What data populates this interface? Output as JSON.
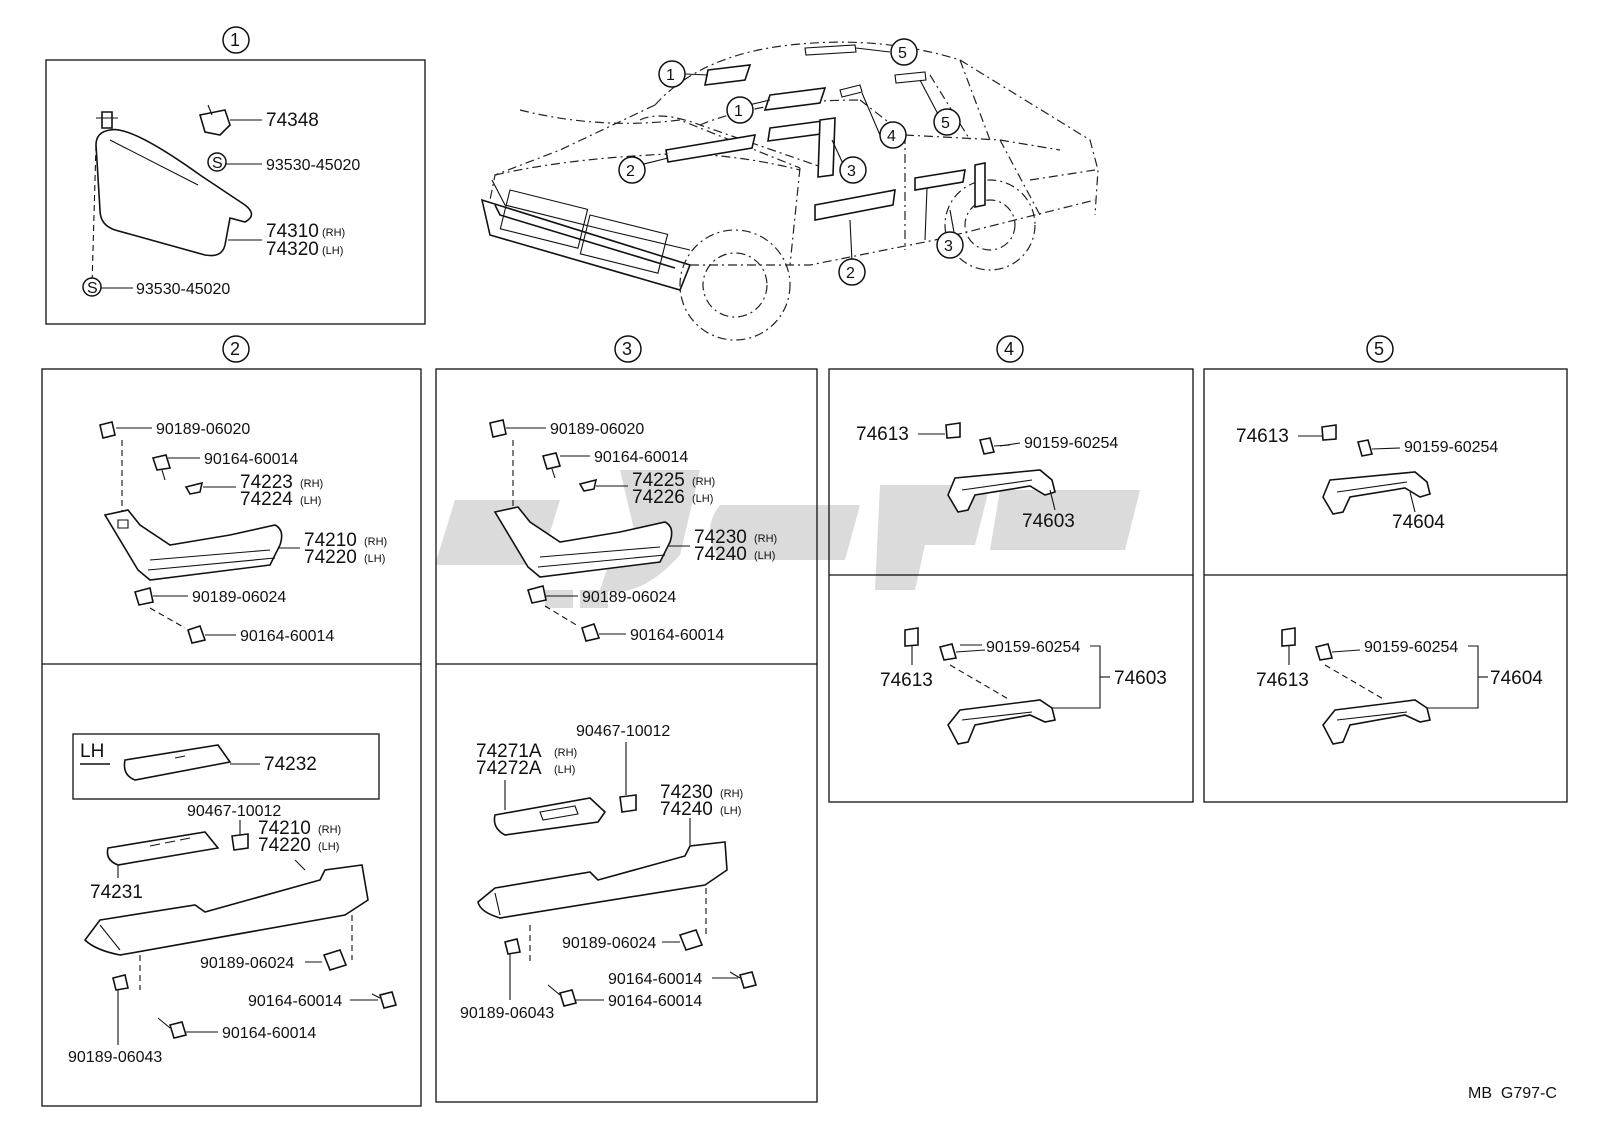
{
  "section_numbers": {
    "s1": "1",
    "s2": "2",
    "s3": "3",
    "s4": "4",
    "s5": "5"
  },
  "s_mark": "S",
  "car_callouts": [
    "1",
    "1",
    "2",
    "2",
    "3",
    "3",
    "3",
    "4",
    "5",
    "5"
  ],
  "box1": {
    "p1": "74348",
    "p2": "93530-45020",
    "p3": "74310",
    "p3s": "(RH)",
    "p4": "74320",
    "p4s": "(LH)",
    "p5": "93530-45020"
  },
  "box2_top": {
    "a": "90189-06020",
    "b": "90164-60014",
    "c": "74223",
    "cs": "(RH)",
    "d": "74224",
    "ds": "(LH)",
    "e": "74210",
    "es": "(RH)",
    "f": "74220",
    "fs": "(LH)",
    "g": "90189-06024",
    "h": "90164-60014"
  },
  "box2_bot": {
    "lh": "LH",
    "a": "74232",
    "b": "90467-10012",
    "c": "74210",
    "cs": "(RH)",
    "d": "74220",
    "ds": "(LH)",
    "e": "74231",
    "f": "90189-06024",
    "g": "90164-60014",
    "h": "90164-60014",
    "i": "90189-06043"
  },
  "box3_top": {
    "a": "90189-06020",
    "b": "90164-60014",
    "c": "74225",
    "cs": "(RH)",
    "d": "74226",
    "ds": "(LH)",
    "e": "74230",
    "es": "(RH)",
    "f": "74240",
    "fs": "(LH)",
    "g": "90189-06024",
    "h": "90164-60014"
  },
  "box3_bot": {
    "a": "90467-10012",
    "b": "74271A",
    "bs": "(RH)",
    "c": "74272A",
    "cs": "(LH)",
    "d": "74230",
    "ds": "(RH)",
    "e": "74240",
    "es": "(LH)",
    "f": "90189-06024",
    "g": "90164-60014",
    "h": "90164-60014",
    "i": "90189-06043"
  },
  "box4_top": {
    "a": "74613",
    "b": "90159-60254",
    "c": "74603"
  },
  "box4_bot": {
    "a": "90159-60254",
    "b": "74603",
    "c": "74613"
  },
  "box5_top": {
    "a": "74613",
    "b": "90159-60254",
    "c": "74604"
  },
  "box5_bot": {
    "a": "90159-60254",
    "b": "74604",
    "c": "74613"
  },
  "footer_code": "MB  G797-C",
  "colors": {
    "ink": "#111111",
    "watermark": "#cfcfcf",
    "paper": "#ffffff"
  }
}
